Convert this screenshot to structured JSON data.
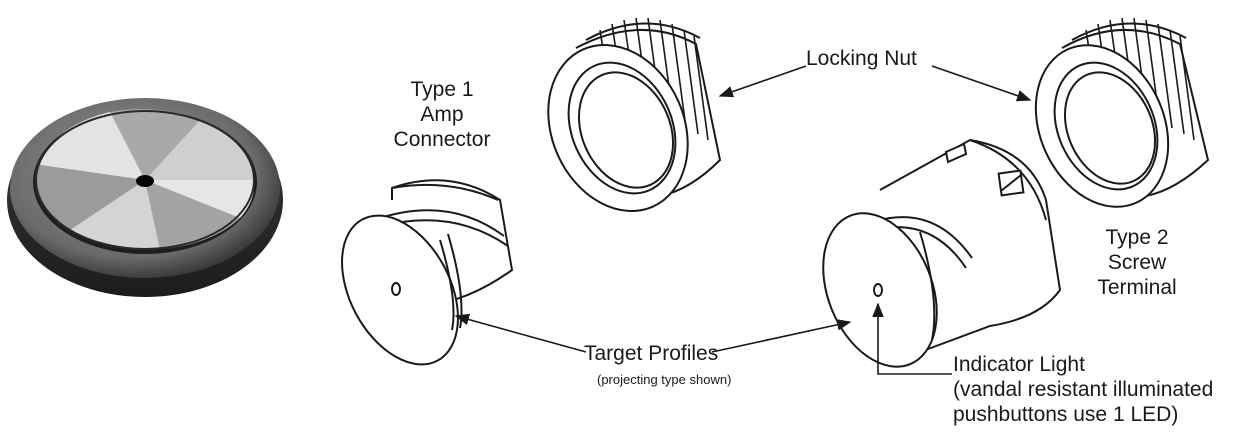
{
  "labels": {
    "type1_connector": [
      "Type 1",
      "Amp",
      "Connector"
    ],
    "locking_nut": "Locking Nut",
    "type2_terminal": [
      "Type 2",
      "Screw",
      "Terminal"
    ],
    "target_profiles": "Target Profiles",
    "target_profiles_note": "(projecting type shown)",
    "indicator_light": [
      "Indicator Light",
      "(vandal resistant illuminated",
      "pushbuttons use 1 LED)"
    ]
  },
  "colors": {
    "line": "#1a1a1a",
    "metal_dark": "#3c3c3c",
    "metal_light": "#d9d9d9",
    "background": "#ffffff"
  }
}
